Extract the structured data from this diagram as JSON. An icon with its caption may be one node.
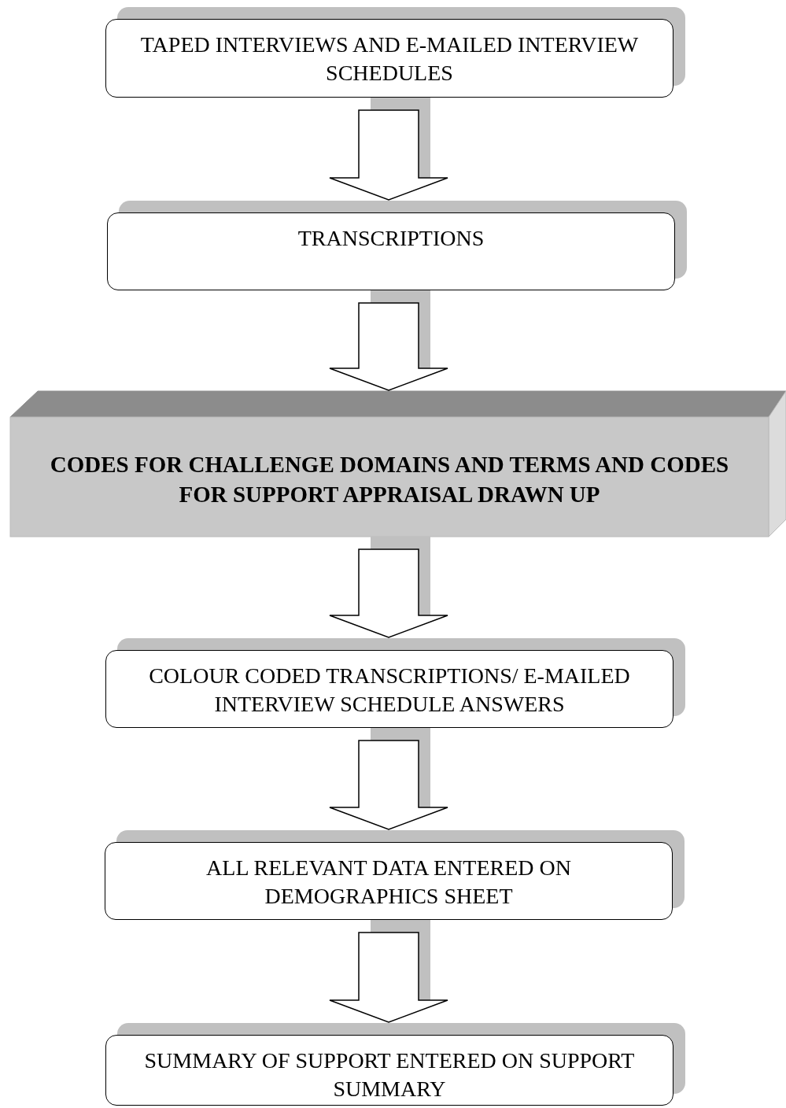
{
  "diagram": {
    "nodes": [
      {
        "text": [
          "TAPED INTERVIEWS AND E-MAILED INTERVIEW SCHEDULES"
        ]
      },
      {
        "text": [
          "TRANSCRIPTIONS"
        ]
      },
      {
        "text": [
          "CODES FOR CHALLENGE DOMAINS AND TERMS AND CODES FOR SUPPORT APPRAISAL DRAWN UP"
        ]
      },
      {
        "text": [
          "COLOUR CODED TRANSCRIPTIONS/ E-MAILED INTERVIEW SCHEDULE ANSWERS"
        ]
      },
      {
        "text": [
          "ALL RELEVANT DATA ENTERED ON DEMOGRAPHICS SHEET"
        ]
      },
      {
        "text": [
          "SUMMARY OF SUPPORT ENTERED ON SUPPORT SUMMARY"
        ]
      }
    ],
    "edges": [
      {
        "from": 0,
        "to": 1,
        "arrow": "to"
      },
      {
        "from": 1,
        "to": 2,
        "arrow": "to"
      },
      {
        "from": 2,
        "to": 3,
        "arrow": "to"
      },
      {
        "from": 3,
        "to": 4,
        "arrow": "to"
      },
      {
        "from": 4,
        "to": 5,
        "arrow": "to"
      }
    ]
  }
}
